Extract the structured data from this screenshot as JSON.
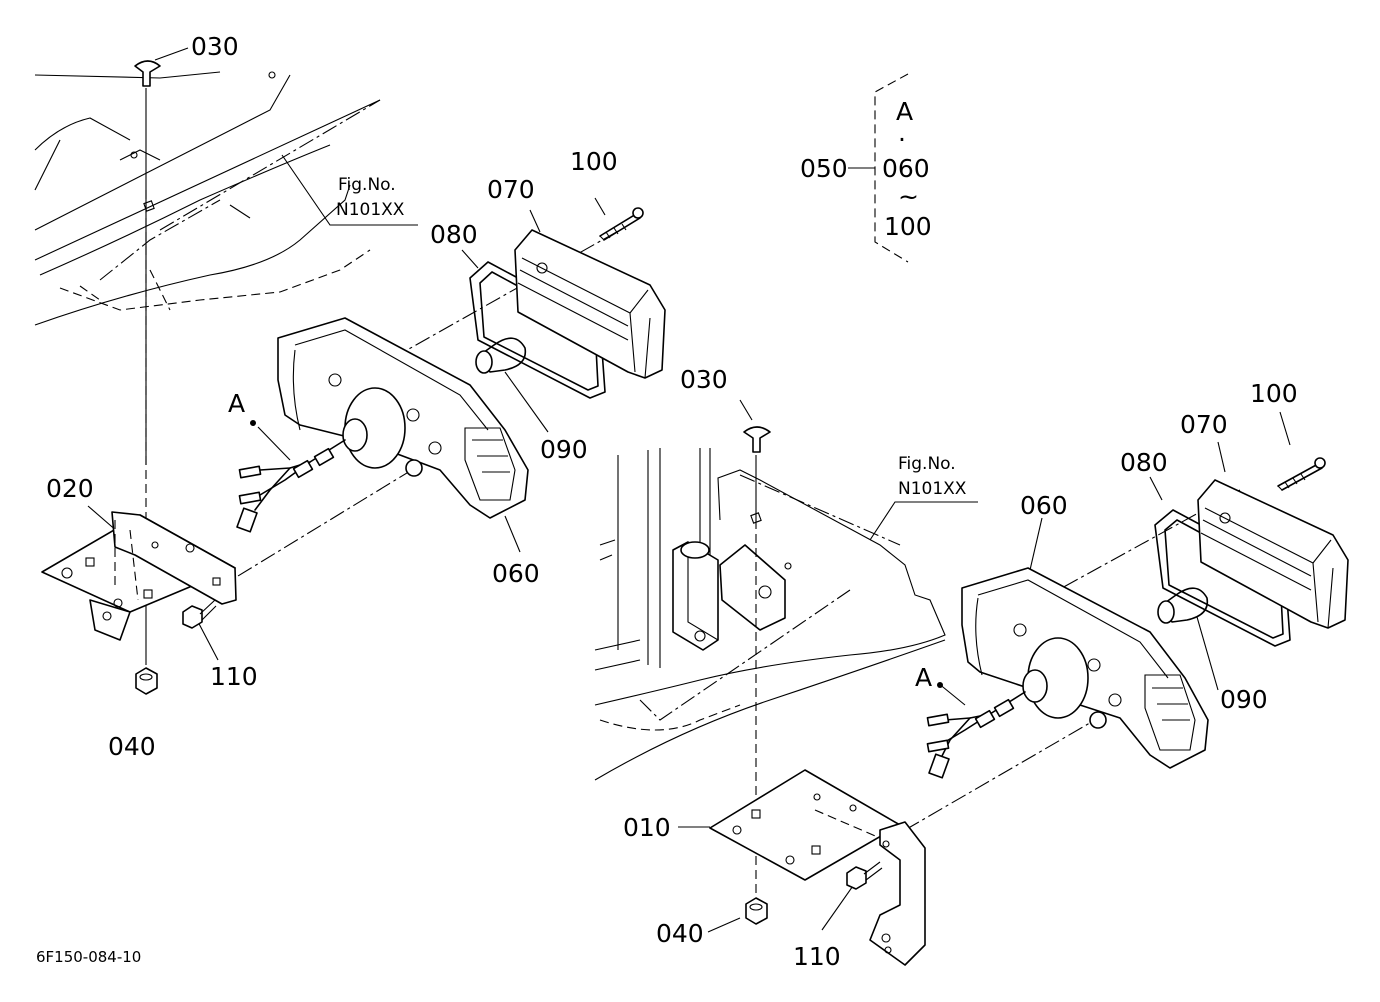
{
  "labels": {
    "left_030": "030",
    "left_fig": "Fig.No.",
    "left_fig_no": "N101XX",
    "left_070": "070",
    "left_100": "100",
    "left_080": "080",
    "left_A": "A",
    "left_090": "090",
    "left_020": "020",
    "left_060": "060",
    "left_110": "110",
    "left_040": "040",
    "kit_A": "A",
    "kit_dot": "·",
    "kit_050": "050",
    "kit_060": "060",
    "kit_tilde": "~",
    "kit_100": "100",
    "right_030": "030",
    "right_100": "100",
    "right_070": "070",
    "right_fig": "Fig.No.",
    "right_fig_no": "N101XX",
    "right_080": "080",
    "right_060": "060",
    "right_A": "A",
    "right_090": "090",
    "right_010": "010",
    "right_040": "040",
    "right_110": "110",
    "drawing_code": "6F150-084-10"
  }
}
